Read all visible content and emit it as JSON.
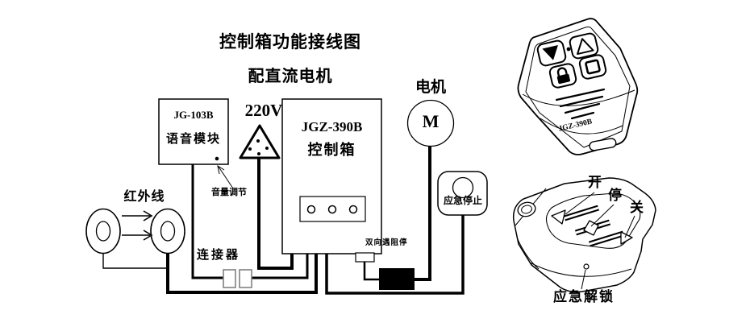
{
  "page": {
    "title": "控制箱功能接线图",
    "subtitle": "配直流电机"
  },
  "diagram": {
    "voice_module": {
      "model": "JG-103B",
      "label": "语音模块"
    },
    "volume_adjust_label": "音量调节",
    "power_label": "220V",
    "control_box": {
      "model": "JGZ-390B",
      "label": "控制箱"
    },
    "motor": {
      "label": "电机",
      "symbol": "M"
    },
    "infrared_label": "红外线",
    "connector_label": "连接器",
    "emergency_stop_label": "应急停止",
    "obstruction_stop_label": "双向遇阻停"
  },
  "remotes": {
    "top_remote": {
      "model": "JGZ-390B",
      "buttons": [
        "down-arrow-button",
        "up-arrow-button",
        "lock-button",
        "stop-button"
      ]
    },
    "bottom_remote": {
      "open_label": "开",
      "stop_label": "停",
      "close_label": "关",
      "emergency_unlock_label": "应急解锁",
      "buttons": [
        "open-triangle-button",
        "stop-diamond-button",
        "close-triangle-button"
      ]
    }
  },
  "colors": {
    "line": "#000000",
    "background": "#ffffff",
    "connector_stroke": "#808080"
  }
}
